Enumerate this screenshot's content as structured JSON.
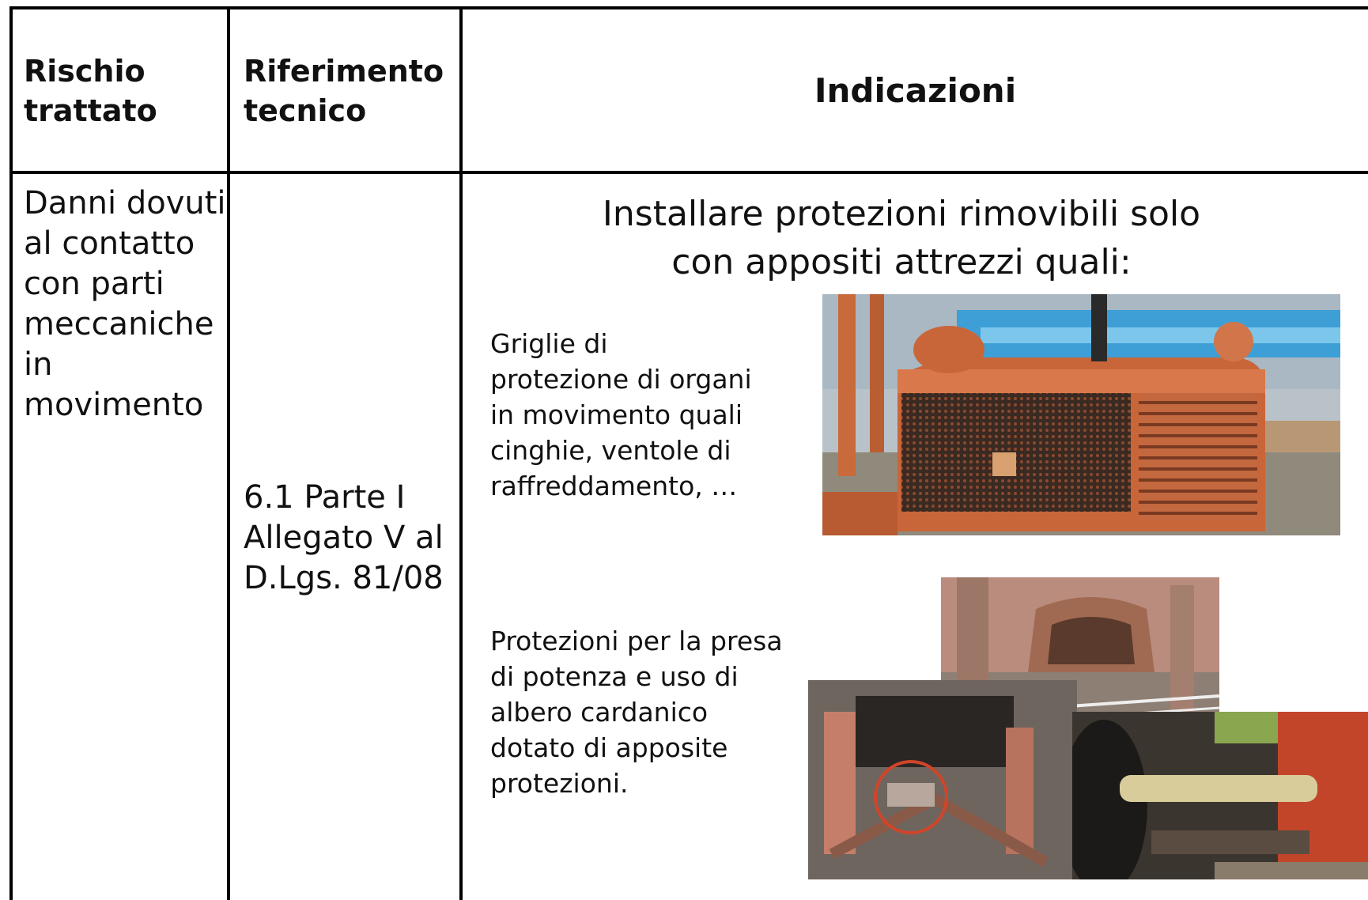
{
  "table": {
    "headers": {
      "rischio": "Rischio\ntrattato",
      "riferimento": "Riferimento\ntecnico",
      "indicazioni": "Indicazioni"
    },
    "row": {
      "rischio": "Danni dovuti\nal contatto\ncon parti\nmeccaniche\nin\nmovimento",
      "riferimento": "6.1 Parte I\nAllegato V al\nD.Lgs. 81/08",
      "indicazioni_title": "Installare protezioni rimovibili solo\ncon appositi attrezzi quali:",
      "item1": "Griglie di\nprotezione di organi\nin movimento quali\ncinghie, ventole di\nraffreddamento, …",
      "item2": "Protezioni per la presa\ndi potenza e uso di\nalbero cardanico\ndotato di apposite\nprotezioni."
    }
  },
  "colors": {
    "tractor_orange": "#c8663a",
    "background": "#ffffff",
    "border": "#000000"
  }
}
